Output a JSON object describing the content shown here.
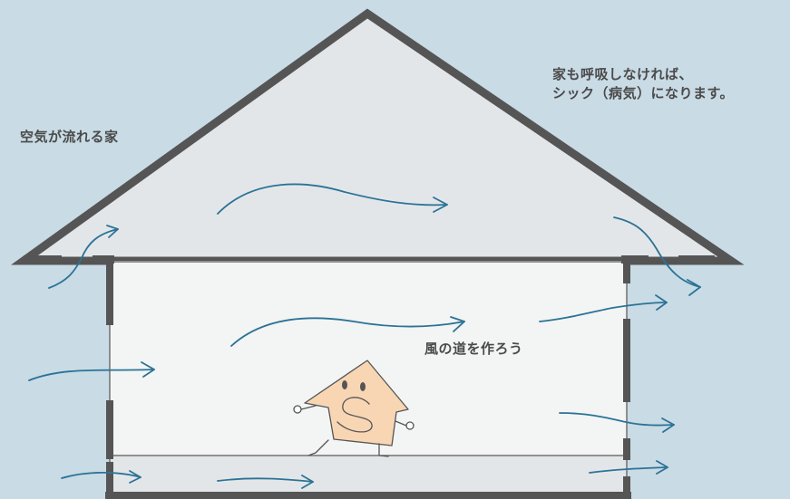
{
  "labels": {
    "flowing_house": "空気が流れる家",
    "breathing_line1": "家も呼吸しなければ、",
    "breathing_line2": "シック（病気）になります。",
    "wind_path": "風の道を作ろう"
  },
  "colors": {
    "background": "#c9dbe5",
    "roof_fill": "#e3e6e9",
    "room_fill": "#f3f4f4",
    "wall": "#555555",
    "arrow": "#2b7396",
    "mascot_fill": "#f8d6b4",
    "text": "#4a4a4a"
  }
}
